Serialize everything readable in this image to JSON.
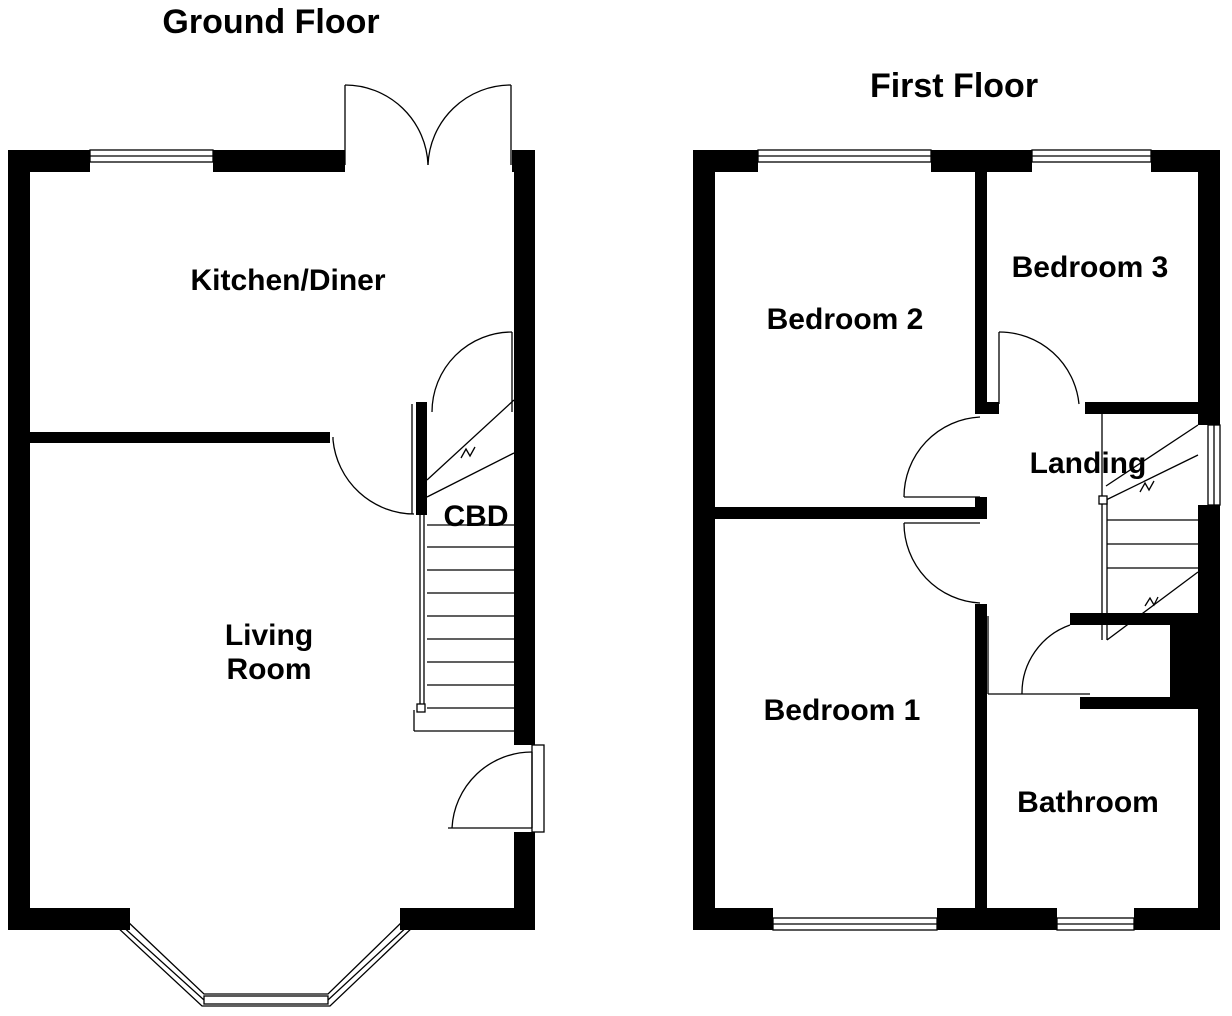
{
  "floors": [
    {
      "title": "Ground Floor",
      "rooms": [
        {
          "id": "kitchen-diner",
          "label_lines": [
            "Kitchen/Diner"
          ]
        },
        {
          "id": "living-room",
          "label_lines": [
            "Living",
            "Room"
          ]
        },
        {
          "id": "cbd",
          "label_lines": [
            "CBD"
          ]
        }
      ]
    },
    {
      "title": "First Floor",
      "rooms": [
        {
          "id": "bedroom-2",
          "label_lines": [
            "Bedroom 2"
          ]
        },
        {
          "id": "bedroom-3",
          "label_lines": [
            "Bedroom 3"
          ]
        },
        {
          "id": "landing",
          "label_lines": [
            "Landing"
          ]
        },
        {
          "id": "bedroom-1",
          "label_lines": [
            "Bedroom 1"
          ]
        },
        {
          "id": "bathroom",
          "label_lines": [
            "Bathroom"
          ]
        }
      ]
    }
  ],
  "colors": {
    "wall": "#000000",
    "background": "#ffffff"
  }
}
